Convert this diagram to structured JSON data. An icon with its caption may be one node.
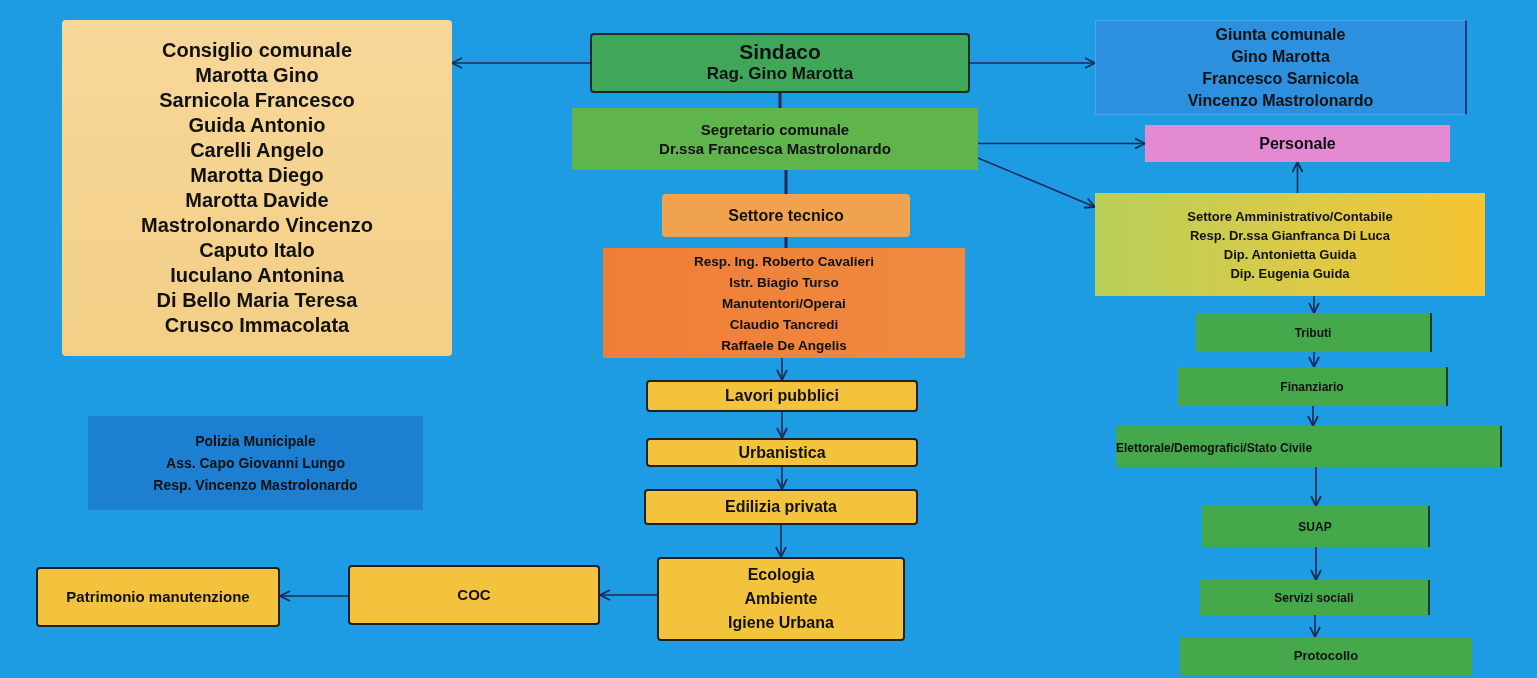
{
  "diagram": {
    "nodes": [
      {
        "text": [
          "Consiglio comunale",
          "Marotta Gino",
          "Sarnicola Francesco",
          "Guida Antonio",
          "Carelli Angelo",
          "Marotta Diego",
          "Marotta Davide",
          "Mastrolonardo Vincenzo",
          "Caputo Italo",
          "Iuculano Antonina",
          "Di Bello Maria Teresa",
          "Crusco Immacolata"
        ]
      },
      {
        "text": [
          "Sindaco",
          "Rag. Gino Marotta"
        ]
      },
      {
        "text": [
          "Giunta comunale",
          "Gino Marotta",
          "Francesco Sarnicola",
          "Vincenzo Mastrolonardo"
        ]
      },
      {
        "text": [
          "Segretario comunale",
          "Dr.ssa Francesca Mastrolonardo"
        ]
      },
      {
        "text": [
          "Personale"
        ]
      },
      {
        "text": [
          "Settore tecnico"
        ]
      },
      {
        "text": [
          "Resp. Ing. Roberto Cavalieri",
          "Istr. Biagio Turso",
          "Manutentori/Operai",
          "Claudio Tancredi",
          "Raffaele De Angelis"
        ]
      },
      {
        "text": [
          "Settore Amministrativo/Contabile",
          "Resp. Dr.ssa Gianfranca Di Luca",
          "Dip. Antonietta Guida",
          "Dip. Eugenia Guida"
        ]
      },
      {
        "text": [
          "Tributi"
        ]
      },
      {
        "text": [
          "Finanziario"
        ]
      },
      {
        "text": [
          "Elettorale/Demografici/Stato Civile"
        ]
      },
      {
        "text": [
          "SUAP"
        ]
      },
      {
        "text": [
          "Servizi sociali"
        ]
      },
      {
        "text": [
          "Protocollo"
        ]
      },
      {
        "text": [
          "Lavori pubblici"
        ]
      },
      {
        "text": [
          "Urbanistica"
        ]
      },
      {
        "text": [
          "Edilizia privata"
        ]
      },
      {
        "text": [
          "Ecologia",
          "Ambiente",
          "Igiene Urbana"
        ]
      },
      {
        "text": [
          "COC"
        ]
      },
      {
        "text": [
          "Patrimonio manutenzione"
        ]
      },
      {
        "text": [
          "Polizia Municipale",
          "Ass. Capo Giovanni Lungo",
          "Resp. Vincenzo Mastrolonardo"
        ]
      }
    ],
    "edges": [
      {
        "from": 1,
        "to": 0,
        "arrow": "to"
      },
      {
        "from": 1,
        "to": 2,
        "arrow": "to"
      },
      {
        "from": 1,
        "to": 3,
        "arrow": "none"
      },
      {
        "from": 3,
        "to": 4,
        "arrow": "to"
      },
      {
        "from": 3,
        "to": 7,
        "arrow": "to"
      },
      {
        "from": 3,
        "to": 5,
        "arrow": "none"
      },
      {
        "from": 5,
        "to": 6,
        "arrow": "none"
      },
      {
        "from": 6,
        "to": 14,
        "arrow": "to"
      },
      {
        "from": 14,
        "to": 15,
        "arrow": "to"
      },
      {
        "from": 15,
        "to": 16,
        "arrow": "to"
      },
      {
        "from": 16,
        "to": 17,
        "arrow": "to"
      },
      {
        "from": 17,
        "to": 18,
        "arrow": "to"
      },
      {
        "from": 18,
        "to": 19,
        "arrow": "to"
      },
      {
        "from": 7,
        "to": 4,
        "arrow": "to"
      },
      {
        "from": 7,
        "to": 8,
        "arrow": "to"
      },
      {
        "from": 8,
        "to": 9,
        "arrow": "to"
      },
      {
        "from": 9,
        "to": 10,
        "arrow": "to"
      },
      {
        "from": 10,
        "to": 11,
        "arrow": "to"
      },
      {
        "from": 11,
        "to": 12,
        "arrow": "to"
      },
      {
        "from": 12,
        "to": 13,
        "arrow": "to"
      }
    ]
  }
}
